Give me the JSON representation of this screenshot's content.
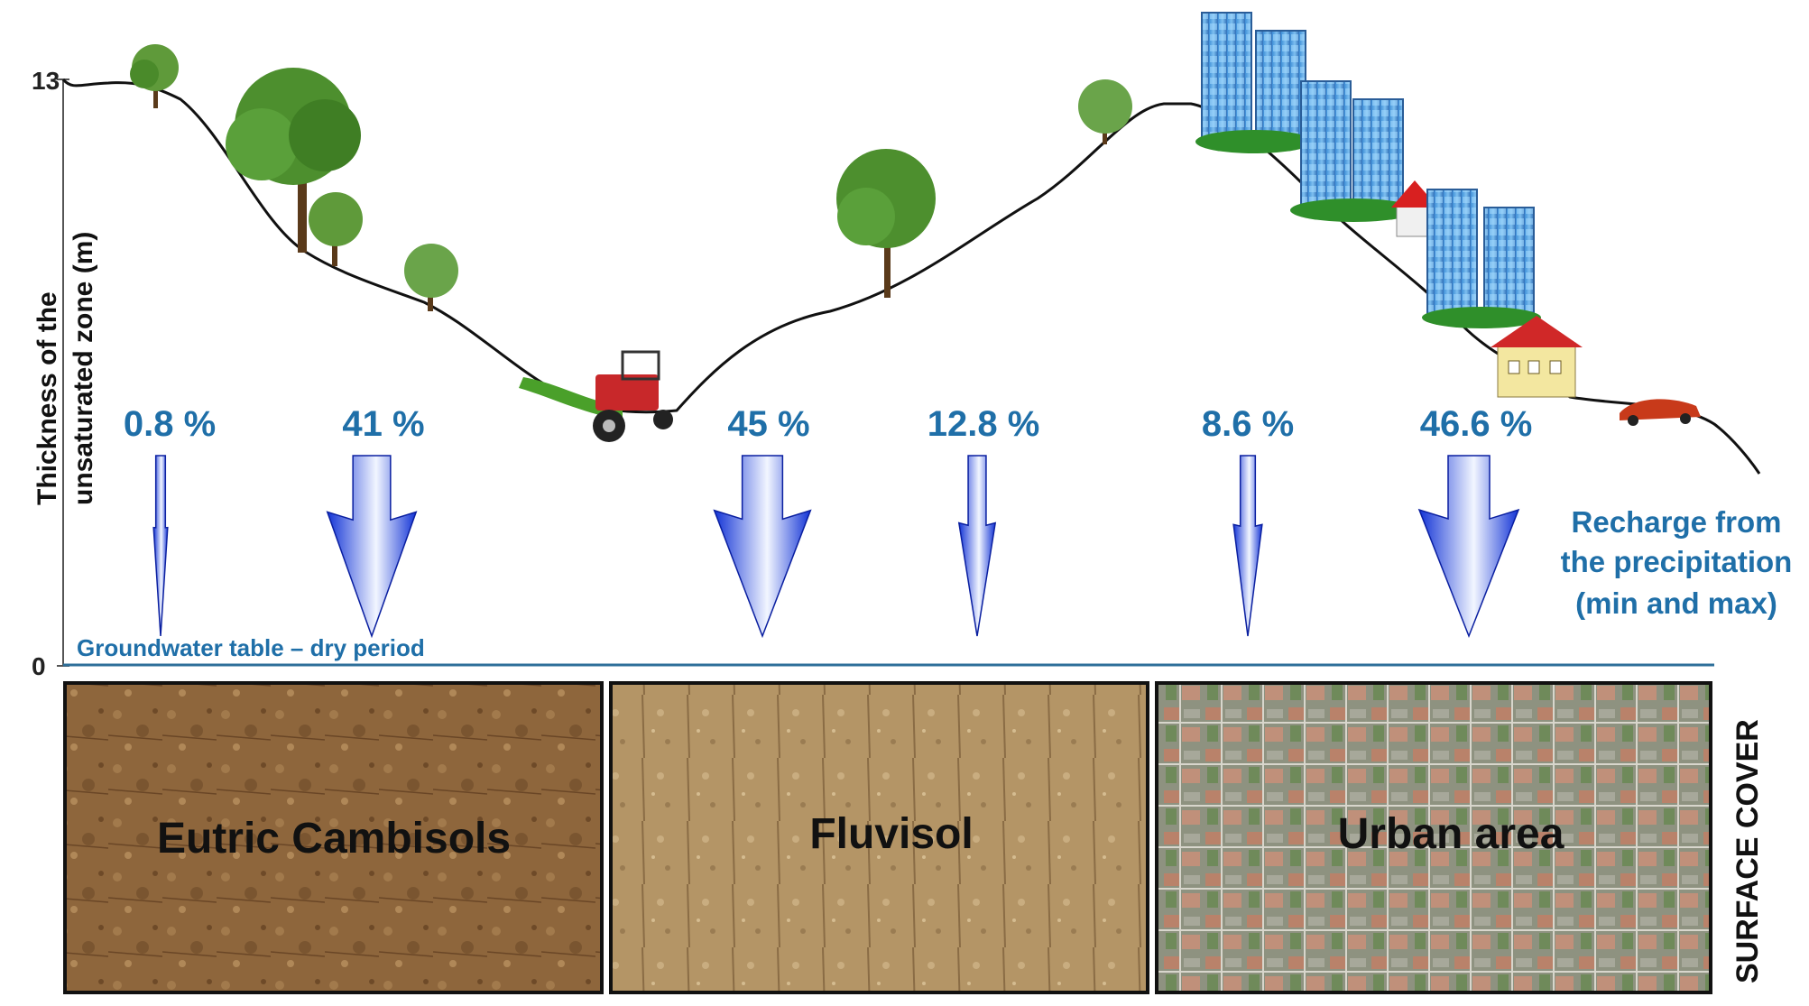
{
  "axis": {
    "title_line1": "Thickness of the",
    "title_line2": "unsaturated zone (m)",
    "max_label": "13",
    "min_label": "0"
  },
  "groundwater_label": "Groundwater table – dry period",
  "recharge": {
    "title_lines": [
      "Recharge from",
      "the precipitation",
      "(min and max)"
    ],
    "values": [
      {
        "label": "0.8 %",
        "value": 0.8
      },
      {
        "label": "41 %",
        "value": 41
      },
      {
        "label": "45 %",
        "value": 45
      },
      {
        "label": "12.8 %",
        "value": 12.8
      },
      {
        "label": "8.6 %",
        "value": 8.6
      },
      {
        "label": "46.6 %",
        "value": 46.6
      }
    ]
  },
  "surface_cover": {
    "title": "SURFACE COVER",
    "panels": [
      {
        "label": "Eutric Cambisols"
      },
      {
        "label": "Fluvisol"
      },
      {
        "label": "Urban area"
      }
    ]
  },
  "colors": {
    "recharge_text": "#1f6fa8",
    "groundwater_line": "#2e6f9a",
    "arrow_dark": "#1233d6",
    "arrow_light": "#e8f0ff",
    "soil_brown": "#8a6238",
    "fluvisol": "#b89a6a",
    "urban": "#8a8a78"
  }
}
